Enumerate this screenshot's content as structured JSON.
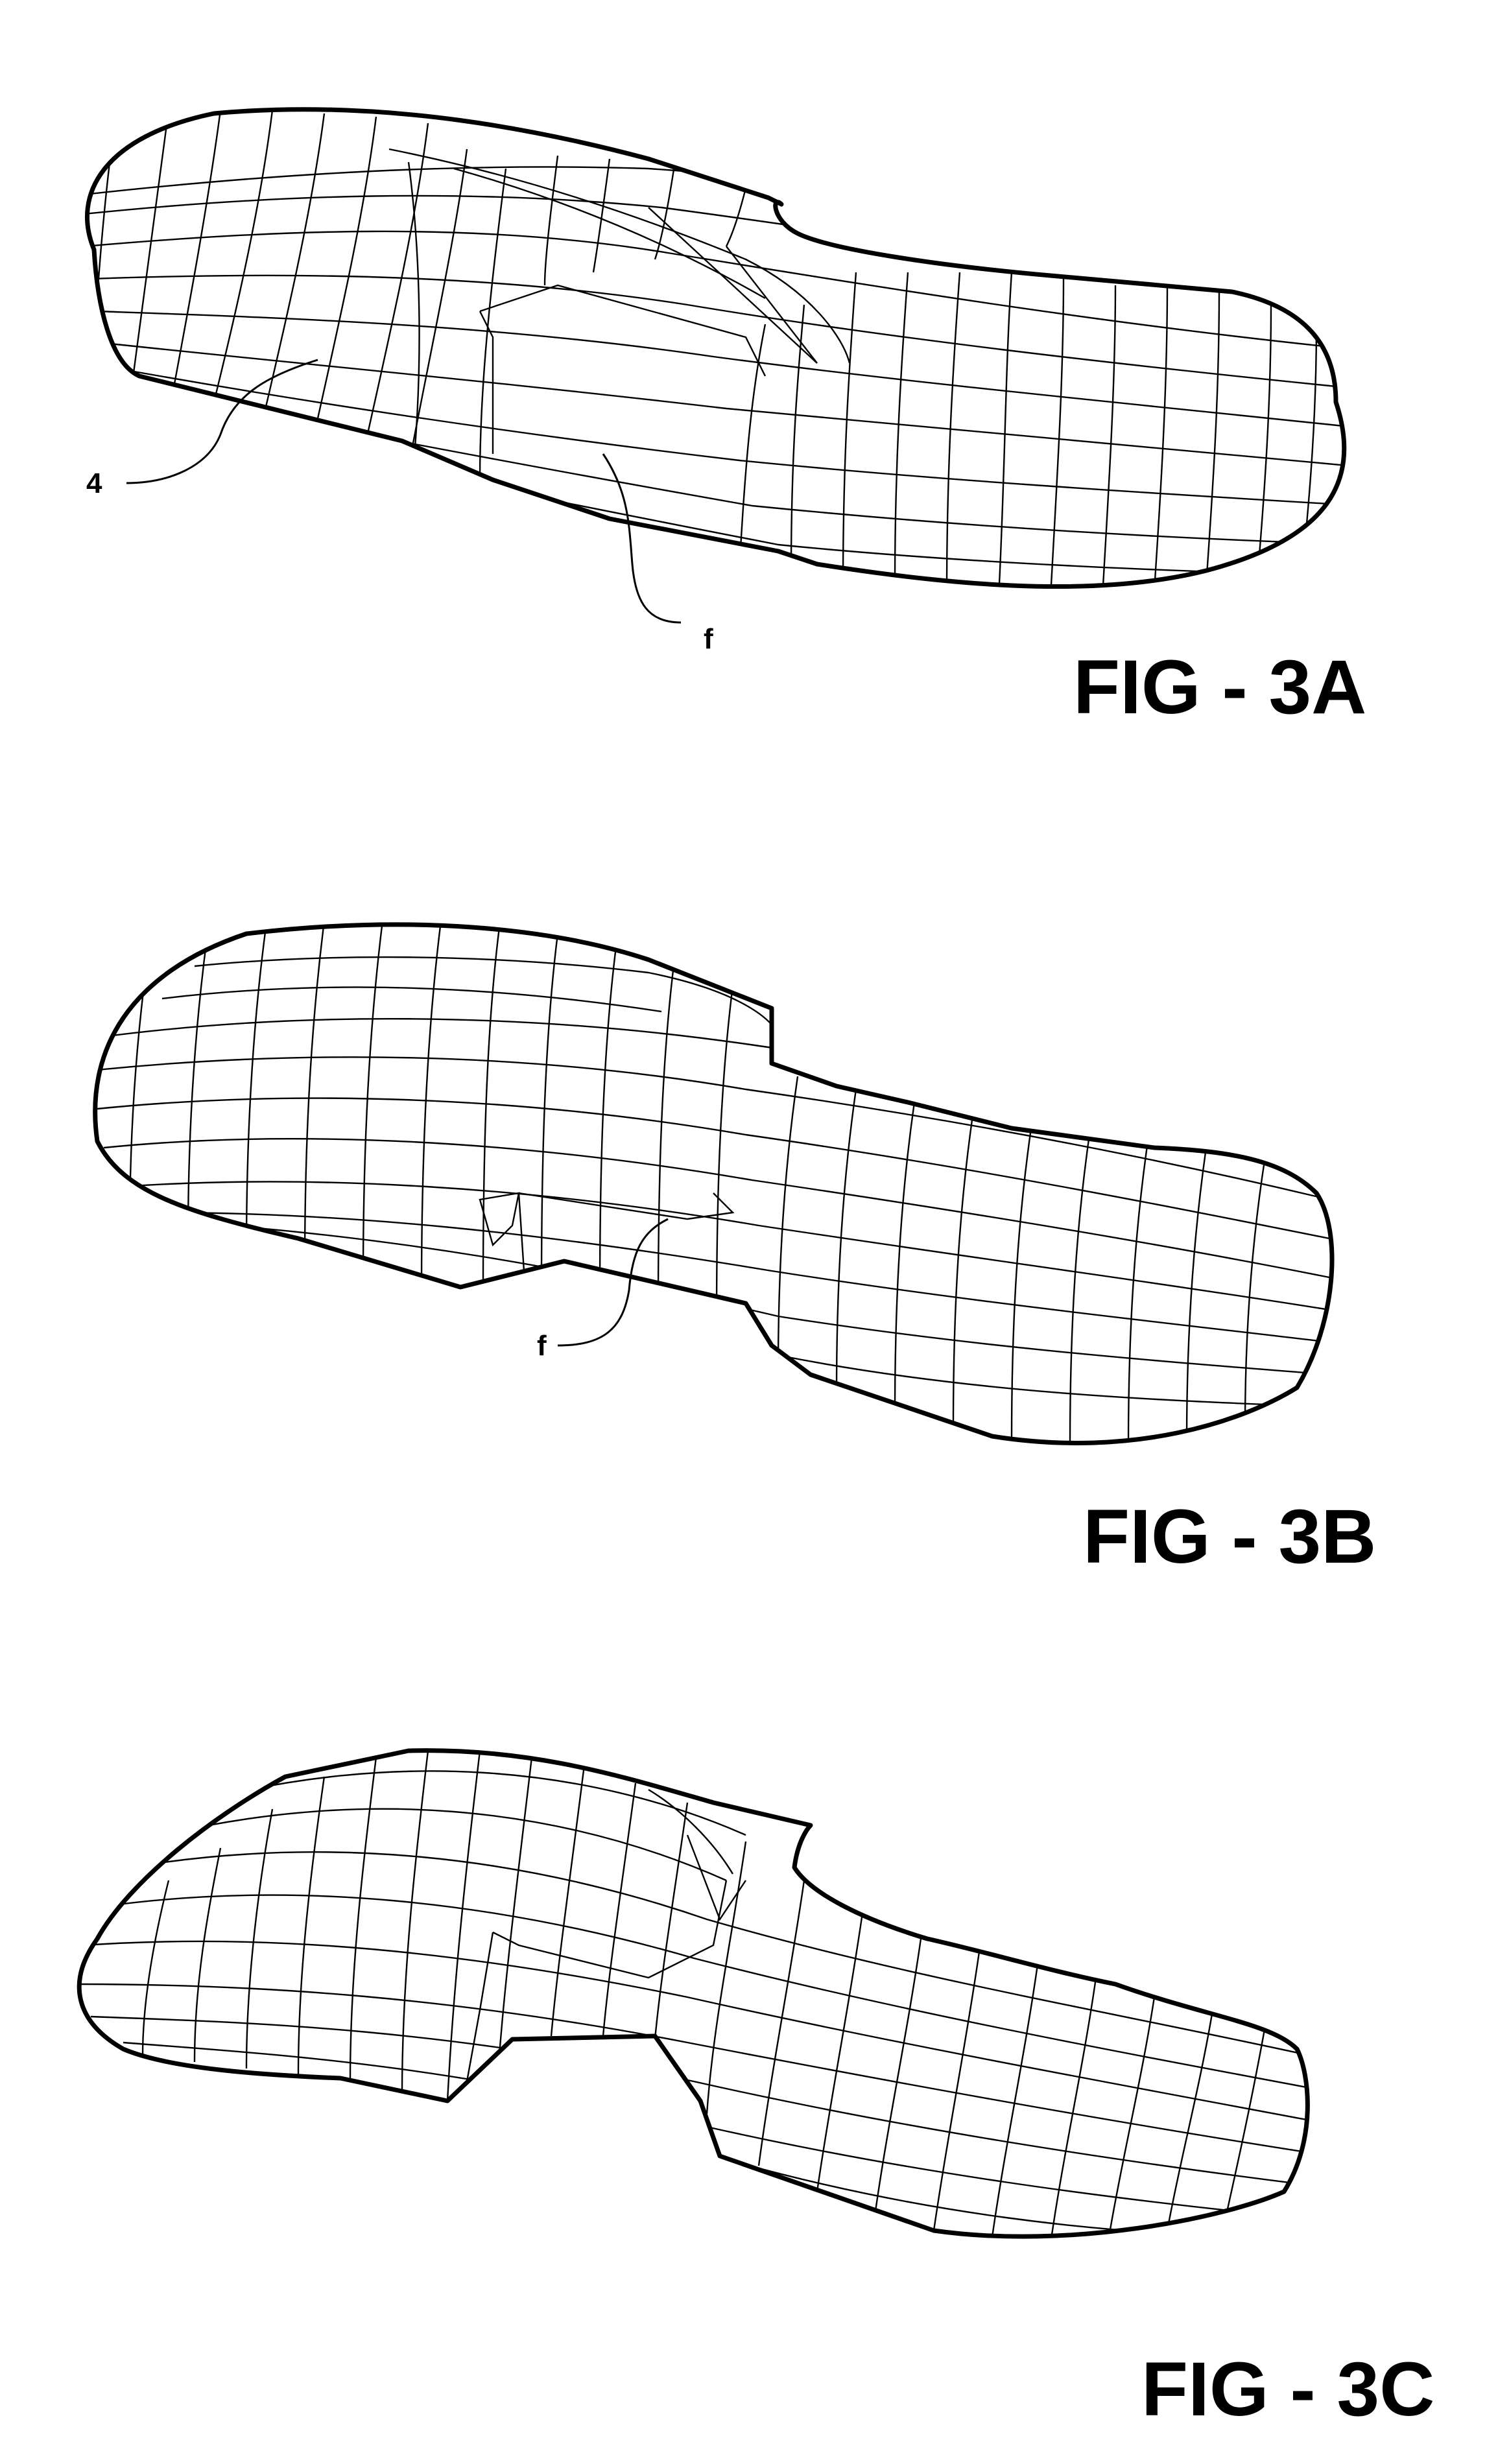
{
  "figures": [
    {
      "caption": "FIG - 3A",
      "refs": [
        "4",
        "f"
      ]
    },
    {
      "caption": "FIG - 3B",
      "refs": [
        "f"
      ]
    },
    {
      "caption": "FIG - 3C",
      "refs": []
    }
  ],
  "colors": {
    "line": "#000000",
    "background": "#ffffff"
  }
}
